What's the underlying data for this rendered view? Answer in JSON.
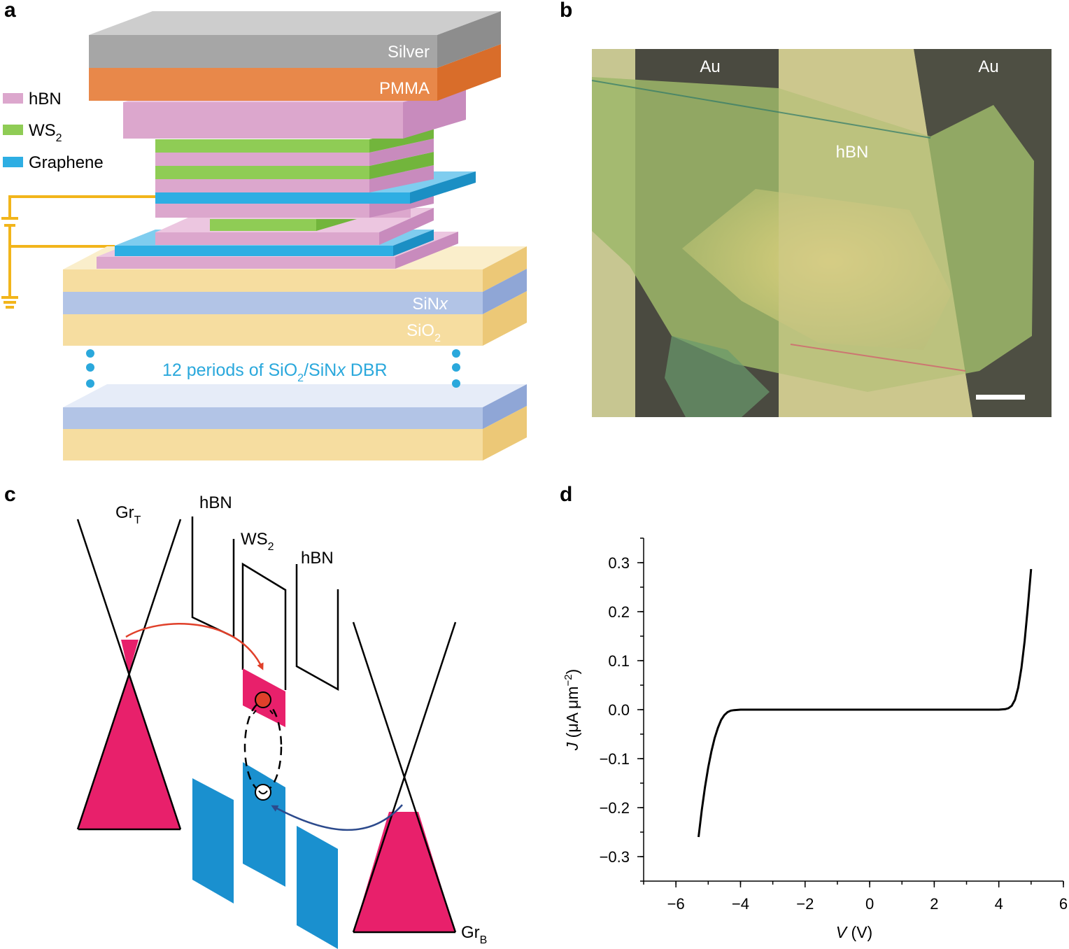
{
  "panels": {
    "a": {
      "label": "a",
      "layers": {
        "silver": "Silver",
        "pmma": "PMMA",
        "sinx_base": "SiN",
        "sinx_x": "x",
        "sio2_base": "SiO",
        "sio2_sub": "2"
      },
      "legend": [
        {
          "label_base": "hBN",
          "label_sub": "",
          "color": "#dca7cd"
        },
        {
          "label_base": "WS",
          "label_sub": "2",
          "color": "#8fcc55"
        },
        {
          "label_base": "Graphene",
          "label_sub": "",
          "color": "#2eaee3"
        }
      ],
      "dbr": {
        "p1": "12 periods of SiO",
        "p2": "2",
        "p3": "/SiN",
        "p4": "x",
        "p5": " DBR"
      },
      "colors": {
        "silver": "#a6a6a6",
        "pmma": "#e8884a",
        "sin": "#b2c4e6",
        "sio2": "#f6dda0",
        "wire": "#f2b51b"
      }
    },
    "b": {
      "label": "b",
      "electrode_left": "Au",
      "electrode_right": "Au",
      "flake": "hBN"
    },
    "c": {
      "label": "c",
      "gr_top_base": "Gr",
      "gr_top_sub": "T",
      "gr_bottom_base": "Gr",
      "gr_bottom_sub": "B",
      "hbn_left": "hBN",
      "ws2_base": "WS",
      "ws2_sub": "2",
      "hbn_right": "hBN",
      "colors": {
        "electron_fill": "#e8206b",
        "hole_band": "#1a90cf",
        "electron_arrow": "#e0402a",
        "hole_arrow": "#2c4a8c"
      }
    },
    "d": {
      "label": "d",
      "chart_data": {
        "type": "line",
        "xlabel": "V (V)",
        "ylabel": "J (μA μm−2)",
        "xlim": [
          -7,
          6
        ],
        "ylim": [
          -0.35,
          0.35
        ],
        "xticks": [
          "−6",
          "−4",
          "−2",
          "0",
          "2",
          "4",
          "6"
        ],
        "xtick_values": [
          -6,
          -4,
          -2,
          0,
          2,
          4,
          6
        ],
        "yticks": [
          "0.3",
          "0.2",
          "0.1",
          "0.0",
          "−0.1",
          "−0.2",
          "−0.3"
        ],
        "ytick_values": [
          0.3,
          0.2,
          0.1,
          0.0,
          -0.1,
          -0.2,
          -0.3
        ],
        "series": [
          {
            "x": [
              -5.3,
              -5.2,
              -5.1,
              -5.0,
              -4.9,
              -4.8,
              -4.7,
              -4.6,
              -4.5,
              -4.4,
              -4.3,
              -4.2,
              -4.0,
              -3.5,
              -2.0,
              0.0,
              2.0,
              3.5,
              4.0,
              4.2,
              4.3,
              4.4,
              4.5,
              4.6,
              4.7,
              4.8,
              4.9,
              5.0
            ],
            "y": [
              -0.26,
              -0.205,
              -0.158,
              -0.118,
              -0.085,
              -0.058,
              -0.037,
              -0.021,
              -0.011,
              -0.005,
              -0.002,
              -0.001,
              0.0,
              0.0,
              0.0,
              0.0,
              0.0,
              0.0,
              0.0,
              0.001,
              0.003,
              0.008,
              0.02,
              0.045,
              0.085,
              0.14,
              0.21,
              0.287
            ]
          }
        ],
        "grid": false,
        "line_color": "#000000"
      },
      "xlabel_var": "V",
      "xlabel_unit": " (V)",
      "ylabel_var": "J",
      "ylabel_unit1": " (μA μm",
      "ylabel_sup": "−2",
      "ylabel_unit2": ")"
    }
  }
}
